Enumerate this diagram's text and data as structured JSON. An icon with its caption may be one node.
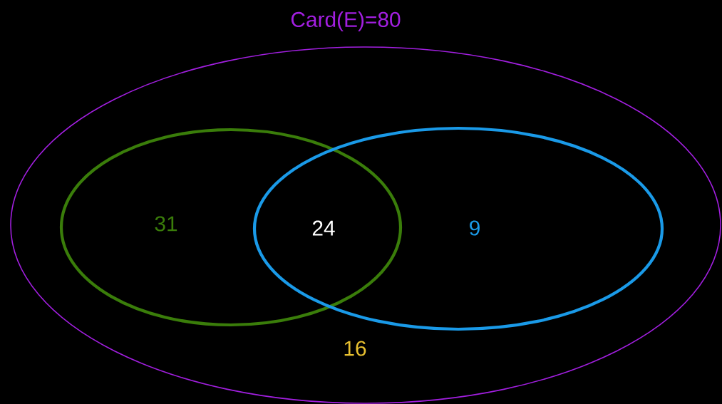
{
  "diagram": {
    "nodes": [
      {
        "text": [
          "Card(E)=80",
          "16"
        ]
      },
      {
        "text": [
          "31"
        ],
        "in": 0
      },
      {
        "text": [
          "9"
        ],
        "in": 0
      }
    ],
    "labels": [
      "24"
    ]
  }
}
